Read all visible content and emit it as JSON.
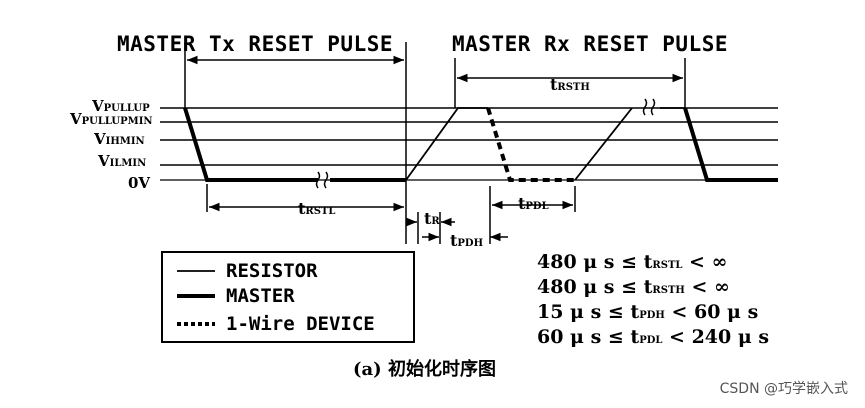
{
  "headers": {
    "tx": "MASTER Tx RESET PULSE",
    "rx": "MASTER Rx RESET PULSE"
  },
  "levels": [
    {
      "main": "V",
      "sub": "PULLUP"
    },
    {
      "main": "V",
      "sub": "PULLUPMIN"
    },
    {
      "main": "V",
      "sub": "IHMIN"
    },
    {
      "main": "V",
      "sub": "ILMIN"
    },
    {
      "main": "0V",
      "sub": ""
    }
  ],
  "timings": {
    "trstl": {
      "main": "t",
      "sub": "RSTL"
    },
    "trsth": {
      "main": "t",
      "sub": "RSTH"
    },
    "tr": {
      "main": "t",
      "sub": "R"
    },
    "tpdh": {
      "main": "t",
      "sub": "PDH"
    },
    "tpdl": {
      "main": "t",
      "sub": "PDL"
    }
  },
  "legend": {
    "resistor": "RESISTOR",
    "master": "MASTER",
    "device": "1-Wire DEVICE"
  },
  "conditions": [
    {
      "pre": "480 μ s ≤ t",
      "sub": "RSTL",
      "post": " < ∞"
    },
    {
      "pre": "480 μ s ≤ t",
      "sub": "RSTH",
      "post": " < ∞"
    },
    {
      "pre": "15 μ s ≤ t",
      "sub": "PDH",
      "post": " < 60 μ s"
    },
    {
      "pre": "60 μ s ≤ t",
      "sub": "PDL",
      "post": " < 240 μ s"
    }
  ],
  "caption": "(a) 初始化时序图",
  "watermark": "CSDN @巧学嵌入式"
}
